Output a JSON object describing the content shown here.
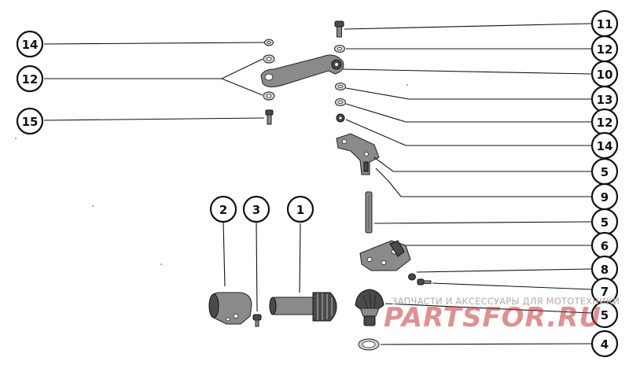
{
  "callouts": [
    {
      "id": "c14a",
      "label": "14"
    },
    {
      "id": "c12a",
      "label": "12"
    },
    {
      "id": "c15",
      "label": "15"
    },
    {
      "id": "c11",
      "label": "11"
    },
    {
      "id": "c12b",
      "label": "12"
    },
    {
      "id": "c10",
      "label": "10"
    },
    {
      "id": "c13",
      "label": "13"
    },
    {
      "id": "c12c",
      "label": "12"
    },
    {
      "id": "c14b",
      "label": "14"
    },
    {
      "id": "c5a",
      "label": "5"
    },
    {
      "id": "c9",
      "label": "9"
    },
    {
      "id": "c5b",
      "label": "5"
    },
    {
      "id": "c6",
      "label": "6"
    },
    {
      "id": "c8",
      "label": "8"
    },
    {
      "id": "c7",
      "label": "7"
    },
    {
      "id": "c5c",
      "label": "5"
    },
    {
      "id": "c4",
      "label": "4"
    },
    {
      "id": "c2",
      "label": "2"
    },
    {
      "id": "c3",
      "label": "3"
    },
    {
      "id": "c1",
      "label": "1"
    }
  ],
  "watermark": {
    "caption": "ЗАПЧАСТИ И АКСЕССУАРЫ ДЛЯ МОТОТЕХНИКИ",
    "logo": "PARTSFOR.RU"
  },
  "colors": {
    "ink": "#111111",
    "watermark_red": "#c43434",
    "watermark_grey": "#b9a9a9"
  }
}
